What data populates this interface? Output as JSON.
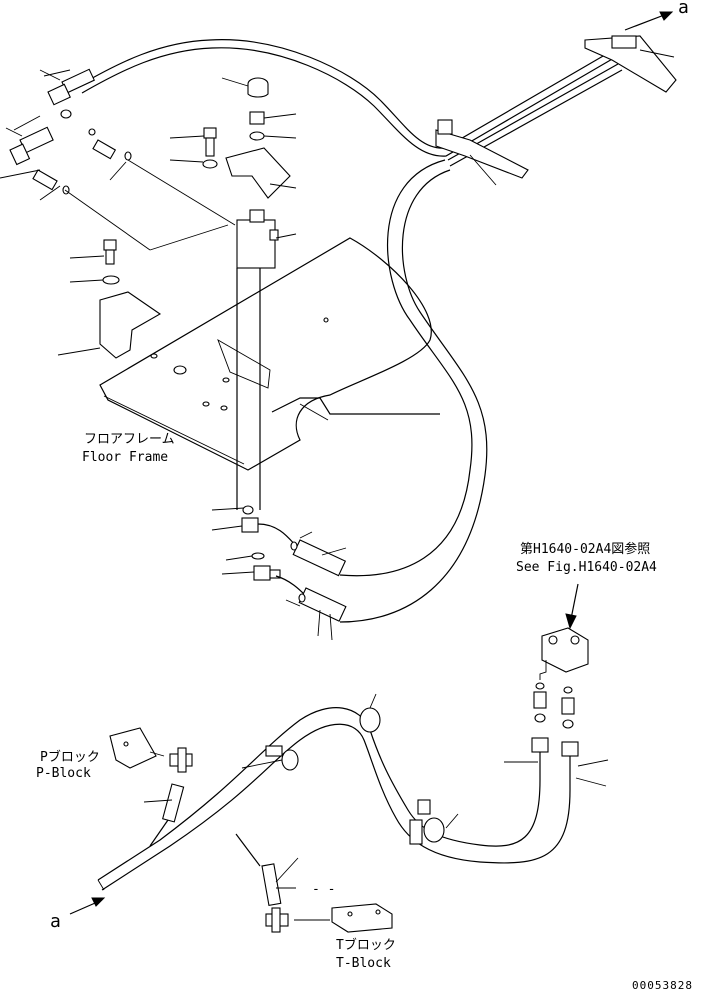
{
  "labels": {
    "floor_frame_jp": "フロアフレーム",
    "floor_frame_en": "Floor Frame",
    "ref_jp": "第H1640-02A4図参照",
    "ref_en": "See Fig.H1640-02A4",
    "p_block_jp": "Pブロック",
    "p_block_en": "P-Block",
    "t_block_jp": "Tブロック",
    "t_block_en": "T-Block",
    "connector_top": "a",
    "connector_bottom": "a",
    "dash": "- -",
    "drawing_number": "00053828"
  }
}
